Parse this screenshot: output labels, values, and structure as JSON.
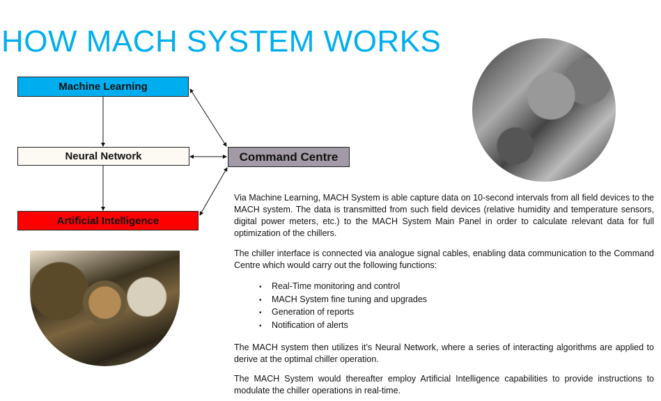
{
  "title": "HOW MACH SYSTEM WORKS",
  "colors": {
    "title": "#00aeef",
    "machine_learning": "#00aeef",
    "neural_network": "#fdf9f3",
    "artificial_intelligence": "#ff0000",
    "command_centre": "#a29aa6"
  },
  "diagram": {
    "nodes": {
      "machine_learning": "Machine Learning",
      "neural_network": "Neural Network",
      "artificial_intelligence": "Artificial Intelligence",
      "command_centre": "Command Centre"
    },
    "edges": [
      {
        "from": "Machine Learning",
        "to": "Neural Network",
        "type": "one-way"
      },
      {
        "from": "Neural Network",
        "to": "Artificial Intelligence",
        "type": "one-way"
      },
      {
        "from": "Machine Learning",
        "to": "Command Centre",
        "type": "two-way"
      },
      {
        "from": "Neural Network",
        "to": "Command Centre",
        "type": "two-way"
      },
      {
        "from": "Artificial Intelligence",
        "to": "Command Centre",
        "type": "two-way"
      }
    ]
  },
  "images": {
    "top_right": "watch-gears-photo",
    "bottom_left": "bronze-gears-photo"
  },
  "body": {
    "p1": "Via Machine Learning, MACH System is able capture data on 10-second intervals from all field devices to the MACH system. The data is transmitted from such field devices (relative humidity and temperature sensors, digital power meters, etc.) to the MACH System Main Panel in order to calculate relevant data for full optimization of the chillers.",
    "p2": "The chiller interface is connected via analogue signal cables, enabling data communication to the Command Centre which would carry out the following functions:",
    "functions": [
      "Real-Time monitoring and control",
      "MACH System fine tuning and upgrades",
      "Generation of reports",
      "Notification of alerts"
    ],
    "p3": "The MACH system then utilizes it’s Neural Network,  where a series of interacting algorithms are applied to derive at the optimal chiller operation.",
    "p4": "The MACH System would thereafter employ Artificial Intelligence capabilities to provide instructions to modulate the chiller operations in real-time."
  }
}
